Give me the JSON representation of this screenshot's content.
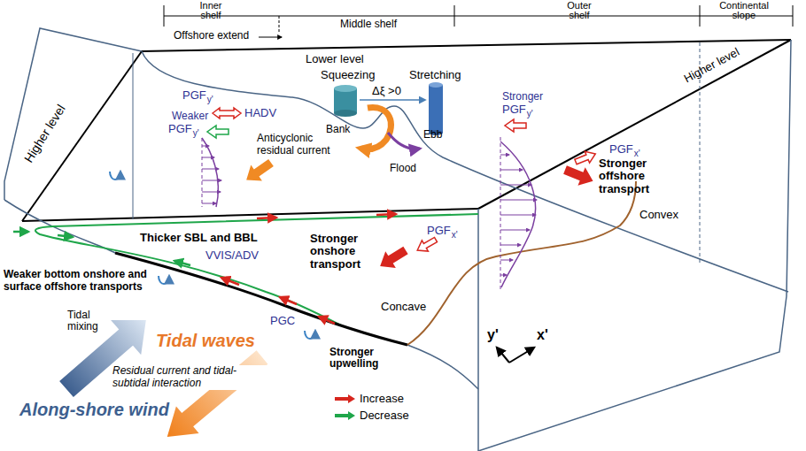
{
  "diagram": {
    "labels": [
      "Inner shelf",
      "Offshore extend",
      "Middle shelf",
      "Outer shelf",
      "Continental slope",
      "Higher level",
      "Lower level",
      "Squeezing",
      "Stretching",
      "Δξ >0",
      "Bank",
      "Ebb",
      "Flood",
      "Higher level",
      "PGF",
      "y'",
      "HADV",
      "Weaker",
      "PGF",
      "y'",
      "Anticyclonic residual current",
      "Stronger",
      "PGF",
      "y'",
      "PGF",
      "x'",
      "Stronger offshore transport",
      "Thicker SBL and BBL",
      "Stronger onshore transport",
      "PGF",
      "x'",
      "Weaker bottom onshore and surface offshore transports",
      "Tidal mixing",
      "VVIS/ADV",
      "PGC",
      "Stronger upwelling",
      "Concave",
      "Convex",
      "Tidal waves",
      "Residual current and tidal-subtidal interaction",
      "Along-shore wind",
      "y'",
      "x'"
    ],
    "legend": [
      {
        "text": "Increase"
      },
      {
        "text": "Decrease"
      }
    ]
  }
}
